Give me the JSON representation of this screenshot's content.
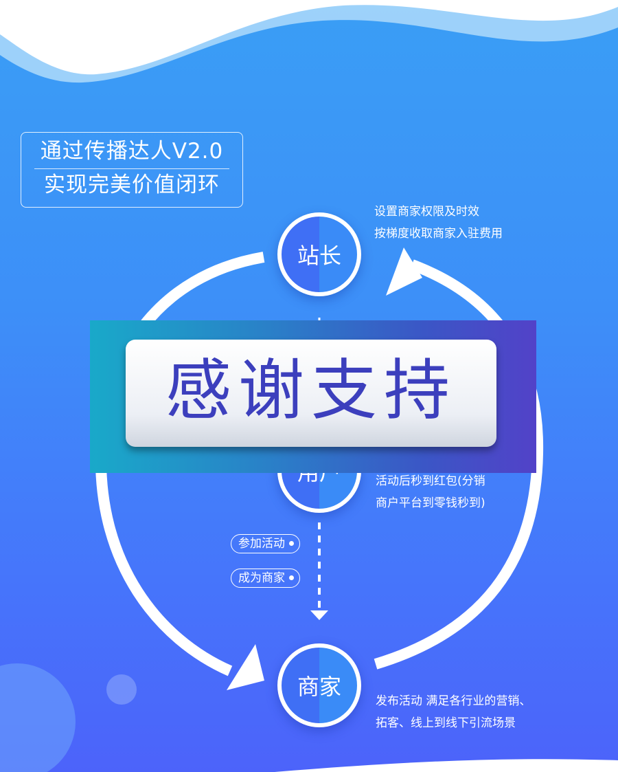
{
  "title": {
    "line1": "通过传播达人V2.0",
    "line2": "实现完美价值闭环"
  },
  "nodes": {
    "top": "站长",
    "middle": "用户",
    "bottom": "商家"
  },
  "notes": {
    "top": [
      "设置商家权限及时效",
      "按梯度收取商家入驻费用"
    ],
    "middle": [
      "活动后秒到红包(分销",
      "商户平台到零钱秒到)"
    ],
    "bottom": [
      "发布活动  满足各行业的营销、",
      "拓客、线上到线下引流场景"
    ]
  },
  "pills": {
    "join": "参加活动",
    "become": "成为商家"
  },
  "banner": {
    "text": "感谢支持"
  },
  "colors": {
    "background": "#3d8ff8",
    "node_fill": "#3f6ff5",
    "banner_text": "#3c3fbd"
  }
}
